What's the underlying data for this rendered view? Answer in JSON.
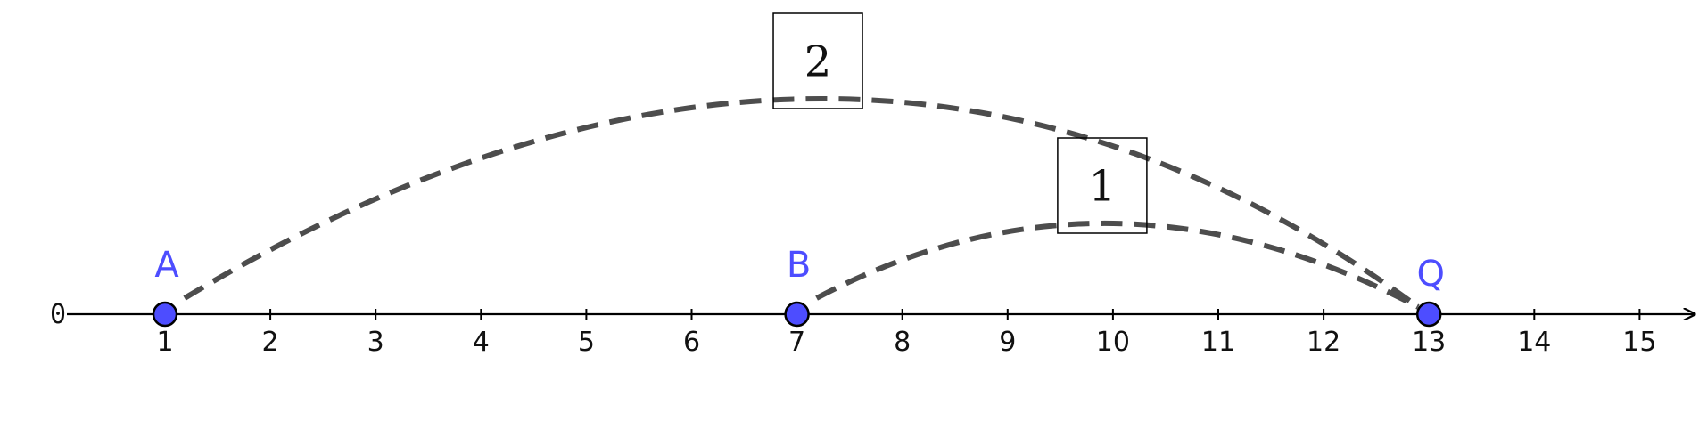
{
  "number_line": {
    "origin_label": "0",
    "tick_values": [
      1,
      2,
      3,
      4,
      5,
      6,
      7,
      8,
      9,
      10,
      11,
      12,
      13,
      14,
      15
    ],
    "tick_labels": [
      "1",
      "2",
      "3",
      "4",
      "5",
      "6",
      "7",
      "8",
      "9",
      "10",
      "11",
      "12",
      "13",
      "14",
      "15"
    ]
  },
  "points": [
    {
      "label": "A",
      "value": 1
    },
    {
      "label": "B",
      "value": 7
    },
    {
      "label": "Q",
      "value": 13
    }
  ],
  "jumps": [
    {
      "from": 1,
      "to": 13,
      "label": "2"
    },
    {
      "from": 7,
      "to": 13,
      "label": "1"
    }
  ],
  "colors": {
    "point_fill": "#4d4dff",
    "point_label": "#4d4dff",
    "jump_stroke": "#4d4d4d",
    "axis": "#000000"
  }
}
